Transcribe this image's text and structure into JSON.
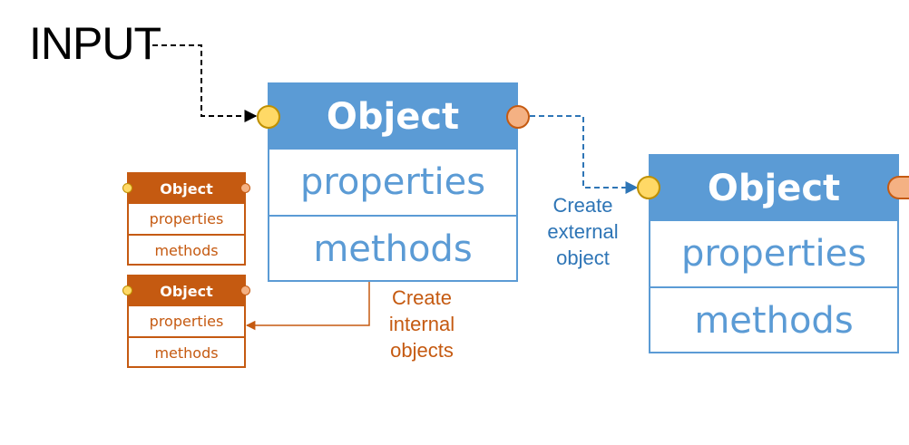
{
  "input_label": "INPUT",
  "main_object": {
    "title": "Object",
    "rows": [
      "properties",
      "methods"
    ]
  },
  "external_object": {
    "title": "Object",
    "rows": [
      "properties",
      "methods"
    ]
  },
  "internal_objects": [
    {
      "title": "Object",
      "rows": [
        "properties",
        "methods"
      ]
    },
    {
      "title": "Object",
      "rows": [
        "properties",
        "methods"
      ]
    }
  ],
  "captions": {
    "external": [
      "Create",
      "external",
      "object"
    ],
    "internal": [
      "Create",
      "internal",
      "objects"
    ]
  },
  "colors": {
    "blue": "#5b9bd5",
    "orange": "#c55a11",
    "caption_blue": "#2e75b6",
    "input_port": "#ffd966",
    "output_port": "#f4b183"
  }
}
